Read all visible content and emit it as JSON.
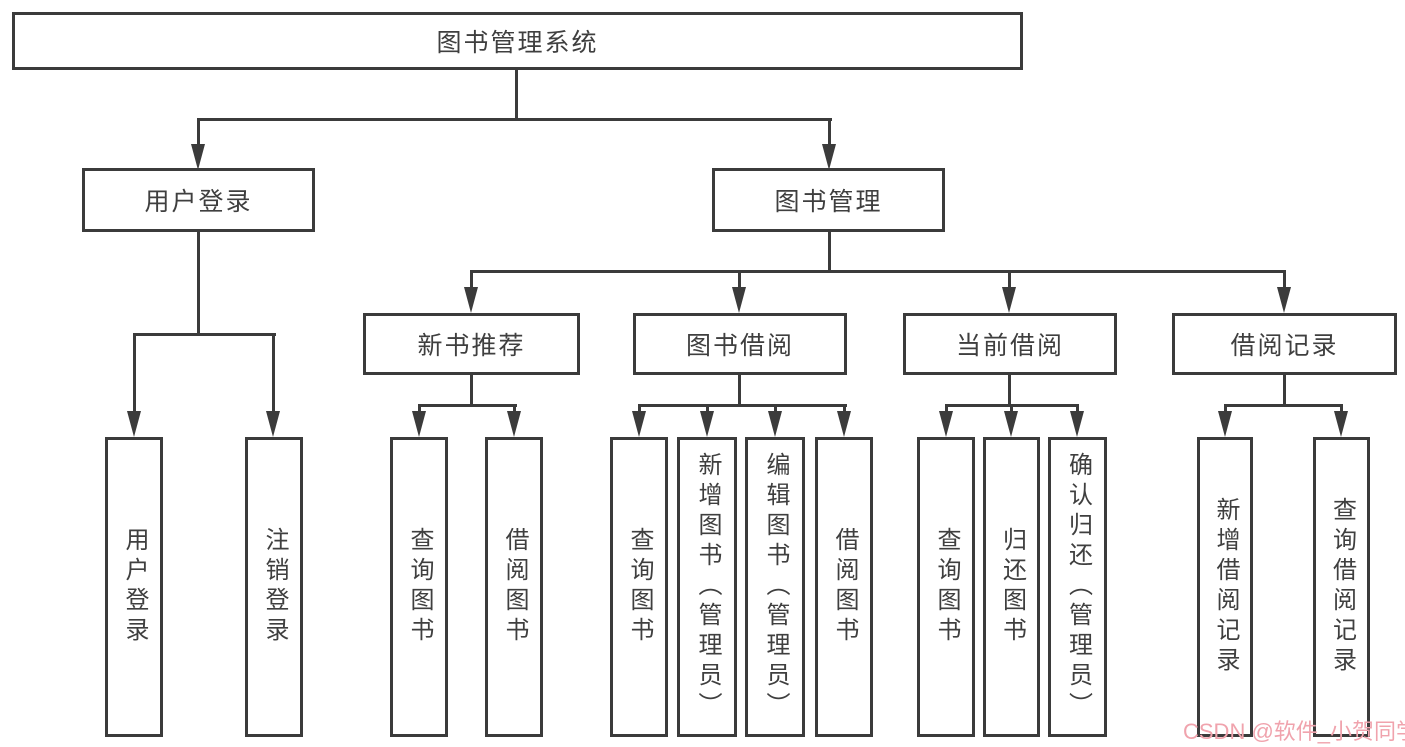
{
  "diagram": {
    "root": {
      "label": "图书管理系统"
    },
    "level2": {
      "user_login": {
        "label": "用户登录"
      },
      "book_management": {
        "label": "图书管理"
      }
    },
    "level3": {
      "new_book_recommend": {
        "label": "新书推荐"
      },
      "book_borrowing": {
        "label": "图书借阅"
      },
      "current_borrowing": {
        "label": "当前借阅"
      },
      "borrowing_records": {
        "label": "借阅记录"
      }
    },
    "leaves": {
      "user_login": [
        "用户登录",
        "注销登录"
      ],
      "new_book_recommend": [
        "查询图书",
        "借阅图书"
      ],
      "book_borrowing": [
        "查询图书",
        "新增图书（管理员）",
        "编辑图书（管理员）",
        "借阅图书"
      ],
      "current_borrowing": [
        "查询图书",
        "归还图书",
        "确认归还（管理员）"
      ],
      "borrowing_records": [
        "新增借阅记录",
        "查询借阅记录"
      ]
    },
    "watermark": {
      "text": "CSDN @软件_小贺同学",
      "color": "#f0a3ad"
    },
    "colors": {
      "line": "#3b3b3b",
      "border": "#3b3b3b",
      "text": "#3f3f3f",
      "background": "#ffffff"
    }
  }
}
